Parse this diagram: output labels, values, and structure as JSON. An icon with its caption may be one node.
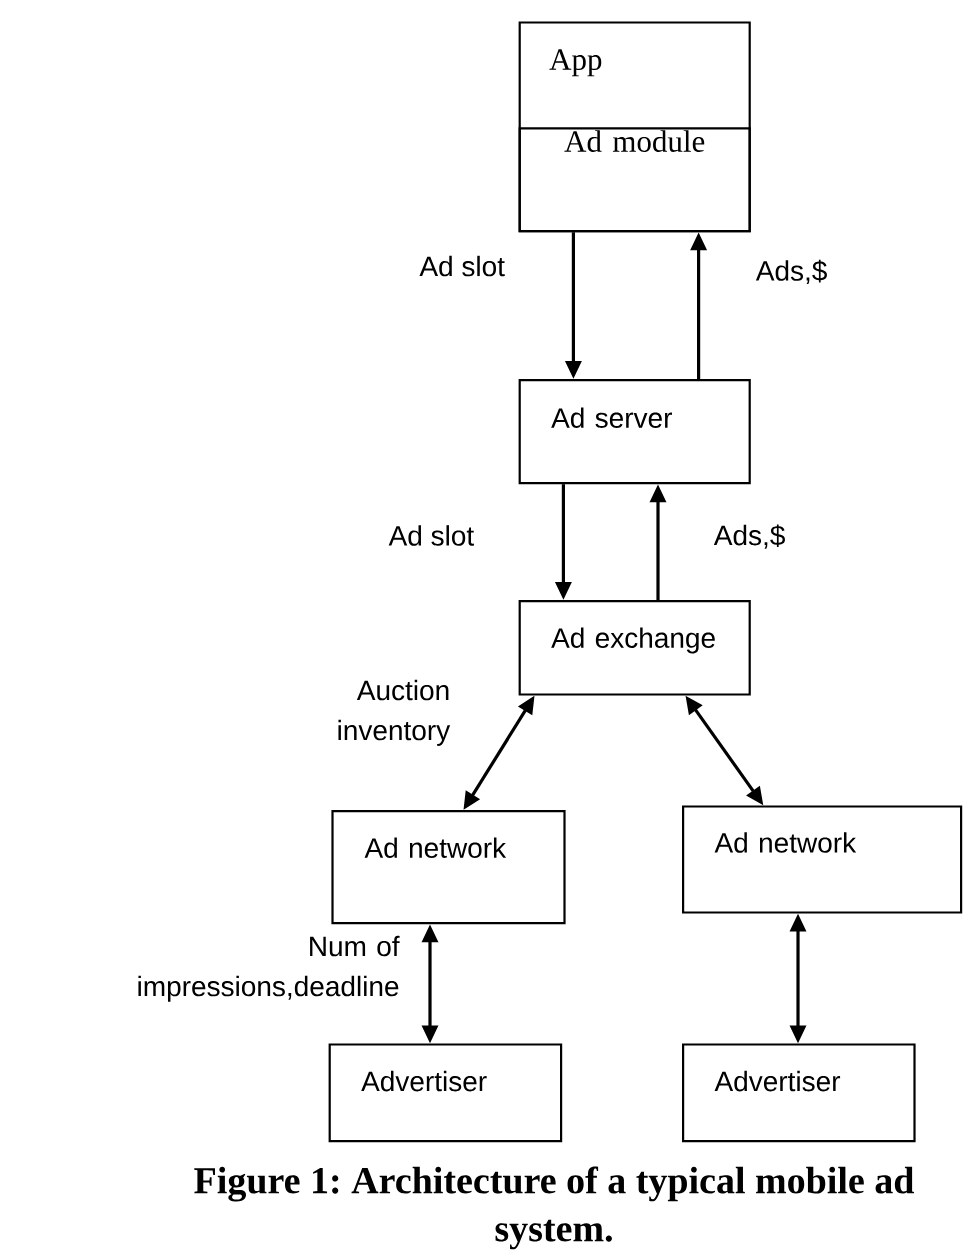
{
  "diagram": {
    "caption": "Figure 1: Architecture of a typical mobile ad system.",
    "nodes": [
      {
        "text": [
          "App"
        ]
      },
      {
        "text": [
          "Ad module"
        ],
        "in": 0
      },
      {
        "text": [
          "Ad server"
        ]
      },
      {
        "text": [
          "Ad exchange"
        ]
      },
      {
        "text": [
          "Ad network"
        ]
      },
      {
        "text": [
          "Ad network"
        ]
      },
      {
        "text": [
          "Advertiser"
        ]
      },
      {
        "text": [
          "Advertiser"
        ]
      }
    ],
    "edges": [
      {
        "from": 1,
        "to": 2,
        "arrow": "to",
        "label": "Ad slot"
      },
      {
        "from": 2,
        "to": 1,
        "arrow": "to",
        "label": "Ads,$"
      },
      {
        "from": 2,
        "to": 3,
        "arrow": "to",
        "label": "Ad slot"
      },
      {
        "from": 3,
        "to": 2,
        "arrow": "to",
        "label": "Ads,$"
      },
      {
        "from": 3,
        "to": 4,
        "arrow": "both",
        "label": "Auction inventory"
      },
      {
        "from": 3,
        "to": 5,
        "arrow": "both"
      },
      {
        "from": 4,
        "to": 6,
        "arrow": "both",
        "label": "Num of impressions,deadline"
      },
      {
        "from": 5,
        "to": 7,
        "arrow": "both"
      }
    ]
  }
}
